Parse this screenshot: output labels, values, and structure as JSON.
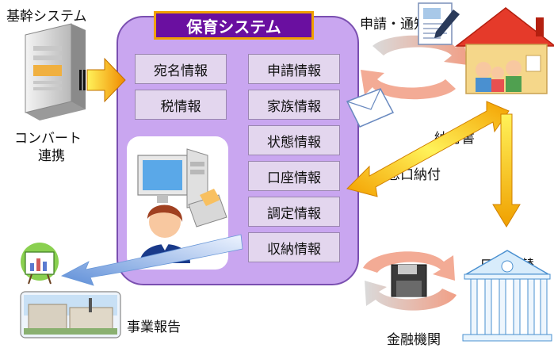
{
  "title": "保育システム",
  "labels": {
    "kikan_system": "基幹システム",
    "convert_line1": "コンバート",
    "convert_line2": "連携",
    "shinsei_tsuchi": "申請・通知",
    "nofusho": "納付書",
    "madoguchi_nofu": "窓口納付",
    "koza_furikae": "口座振替",
    "kinyu_kikan": "金融機関",
    "jigyo_hokoku": "事業報告"
  },
  "info_boxes_left": [
    "宛名情報",
    "税情報"
  ],
  "info_boxes_right": [
    "申請情報",
    "家族情報",
    "状態情報",
    "口座情報",
    "調定情報",
    "収納情報"
  ],
  "colors": {
    "panel_fill": "#c9a6f0",
    "panel_border": "#7a4fb0",
    "title_fill": "#6a0fa0",
    "title_border": "#f0a000",
    "box_fill": "#e3d6ee",
    "arrow_orange": "#f5a623",
    "arrow_blue": "#7aa8e0"
  }
}
